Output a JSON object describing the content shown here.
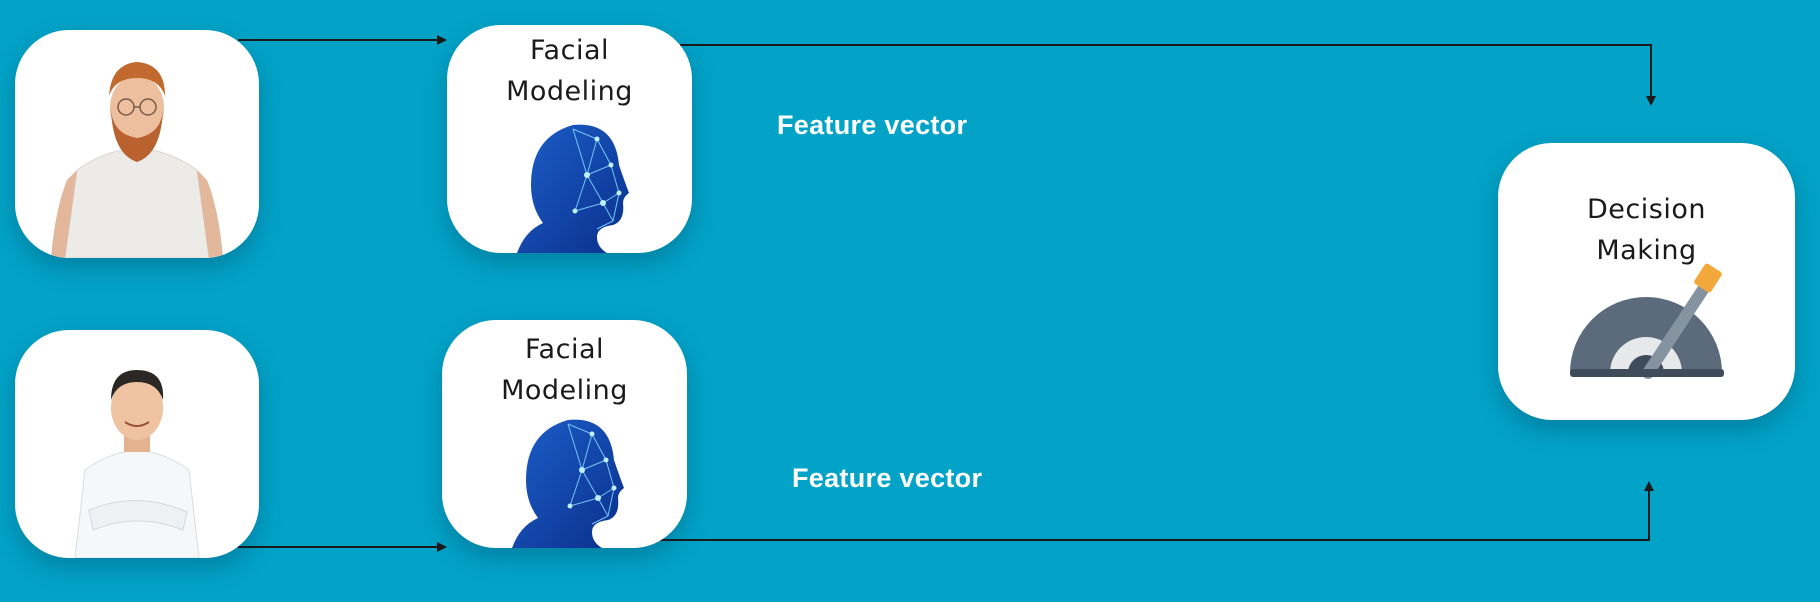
{
  "diagram": {
    "person_a": {
      "icon": "bearded-man-photo"
    },
    "person_b": {
      "icon": "smiling-man-photo"
    },
    "facial_modeling_top": {
      "title_line1": "Facial",
      "title_line2": "Modeling",
      "icon": "face-mesh-head-icon"
    },
    "facial_modeling_bottom": {
      "title_line1": "Facial",
      "title_line2": "Modeling",
      "icon": "face-mesh-head-icon"
    },
    "feature_vector_top": "Feature vector",
    "feature_vector_bottom": "Feature vector",
    "decision_making": {
      "title_line1": "Decision",
      "title_line2": "Making",
      "icon": "gauge-lever-icon"
    },
    "colors": {
      "background": "#02a3c7",
      "card": "#ffffff",
      "arrow": "#1a1a1a",
      "label": "#ffffff"
    }
  }
}
